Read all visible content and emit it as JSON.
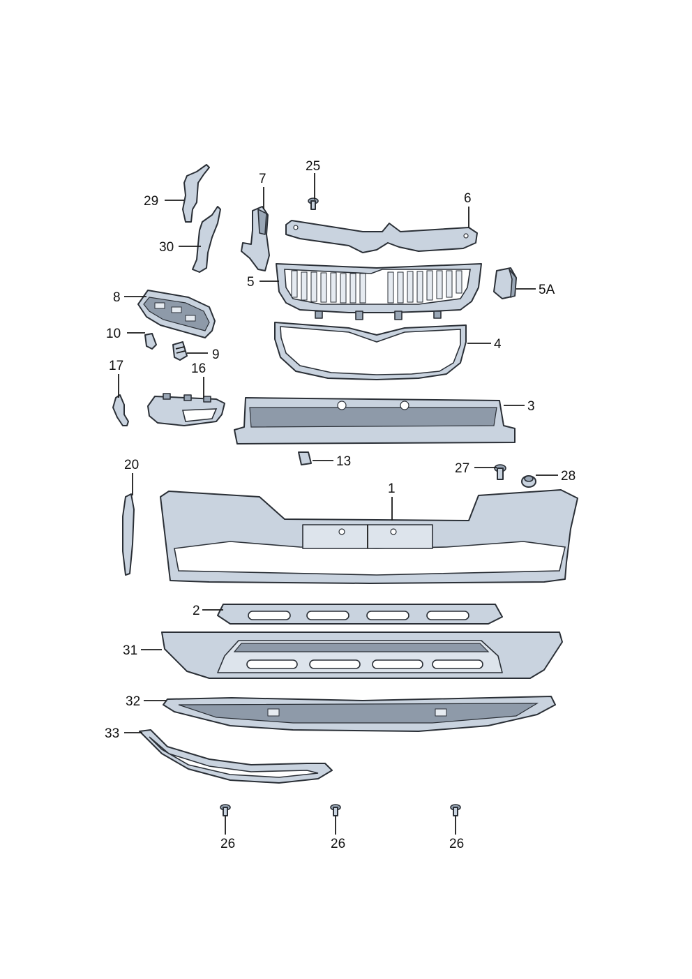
{
  "callouts": {
    "c1": "1",
    "c2": "2",
    "c3": "3",
    "c4": "4",
    "c5": "5",
    "c5a": "5A",
    "c6": "6",
    "c7": "7",
    "c8": "8",
    "c9": "9",
    "c10": "10",
    "c13": "13",
    "c16": "16",
    "c17": "17",
    "c20": "20",
    "c25": "25",
    "c26a": "26",
    "c26b": "26",
    "c26c": "26",
    "c27": "27",
    "c28": "28",
    "c29": "29",
    "c30": "30",
    "c31": "31",
    "c32": "32",
    "c33": "33"
  }
}
